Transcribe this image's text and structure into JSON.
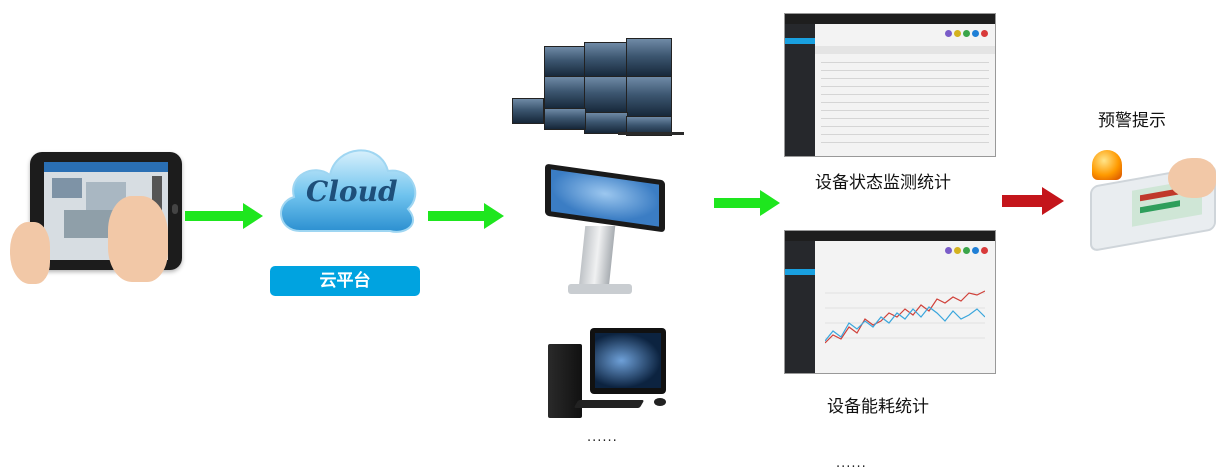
{
  "labels": {
    "cloud_platform": "云平台",
    "cloud_logo_text": "Cloud",
    "device_status": "设备状态监测统计",
    "device_energy": "设备能耗统计",
    "alert": "预警提示",
    "ellipsis_terminals": "......",
    "ellipsis_stats": "......"
  },
  "colors": {
    "green_arrow": "#1ee61e",
    "red_arrow": "#c4151b",
    "platform_blue": "#00a3e0",
    "cloud_blue": "#4fb6e8"
  },
  "icons": {
    "tablet": "tablet-touch-icon",
    "cloud": "cloud-icon",
    "video_wall": "video-wall-icon",
    "kiosk": "touch-kiosk-icon",
    "pc": "desktop-pc-icon",
    "alert": "alarm-siren-icon"
  }
}
